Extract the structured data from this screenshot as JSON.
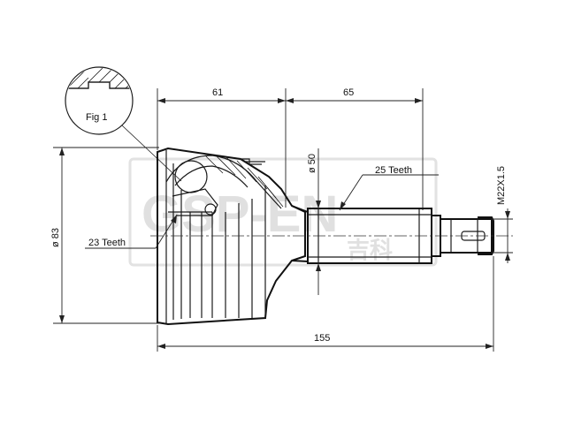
{
  "figure": {
    "fig_label": "Fig 1"
  },
  "dimensions": {
    "len_61": "61",
    "len_65": "65",
    "len_155": "155",
    "dia_83": "ø 83",
    "dia_50": "ø 50",
    "thread": "M22X1.5"
  },
  "callouts": {
    "inner_teeth": "23 Teeth",
    "outer_teeth": "25 Teeth"
  },
  "watermark": {
    "latin": "GSP-EN",
    "chinese": "吉科"
  }
}
